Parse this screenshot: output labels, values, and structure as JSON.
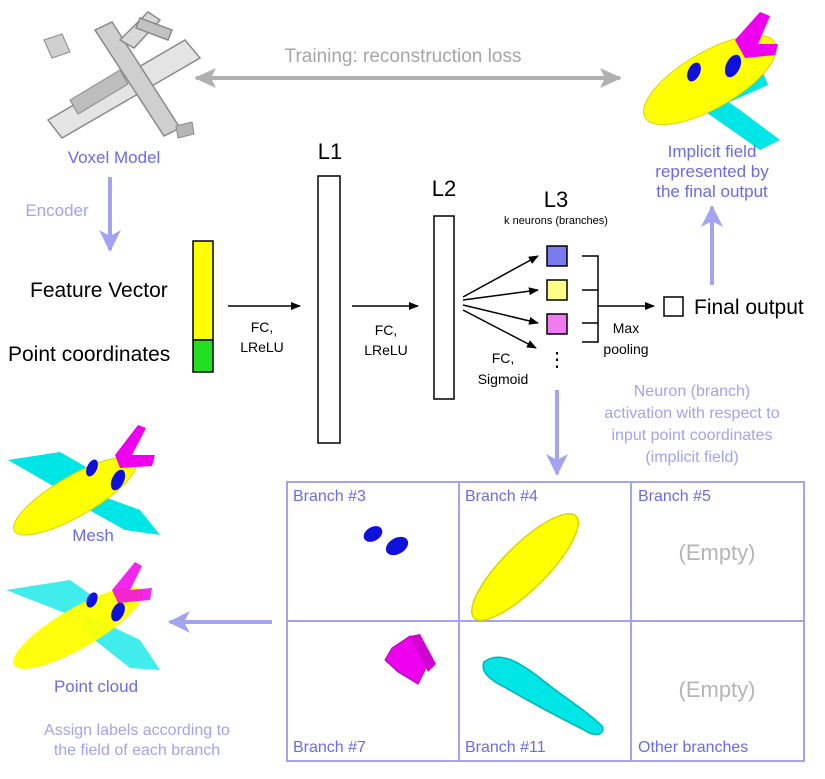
{
  "top": {
    "training_label": "Training: reconstruction loss",
    "voxel_label": "Voxel Model",
    "encoder_label": "Encoder",
    "implicit_label_lines": [
      "Implicit field",
      "represented by",
      "the final output"
    ]
  },
  "inputs": {
    "feature_vector": "Feature Vector",
    "point_coordinates": "Point coordinates"
  },
  "layers": {
    "l1": "L1",
    "l2": "L2",
    "l3": "L3",
    "l3_sub": "k neurons (branches)",
    "fc1_lines": [
      "FC,",
      "LReLU"
    ],
    "fc2_lines": [
      "FC,",
      "LReLU"
    ],
    "fc3_lines": [
      "FC,",
      "Sigmoid"
    ],
    "max_pool_lines": [
      "Max",
      "pooling"
    ],
    "final_output": "Final output",
    "ellipsis": "⋮"
  },
  "activation_note_lines": [
    "Neuron (branch)",
    "activation with respect to",
    "input point coordinates",
    "(implicit field)"
  ],
  "grid": {
    "cells": [
      {
        "label": "Branch #3",
        "empty_text": ""
      },
      {
        "label": "Branch #4",
        "empty_text": ""
      },
      {
        "label": "Branch #5",
        "empty_text": "(Empty)"
      },
      {
        "label": "Branch #7",
        "empty_text": ""
      },
      {
        "label": "Branch #11",
        "empty_text": ""
      },
      {
        "label": "Other branches",
        "empty_text": "(Empty)"
      }
    ]
  },
  "left_bottom": {
    "mesh_label": "Mesh",
    "point_cloud_label": "Point cloud",
    "assign_lines": [
      "Assign labels according to",
      "the field of each branch"
    ]
  },
  "colors": {
    "accent_purple": "#6b6be8",
    "light_purple": "#a3a3f0",
    "yellow": "#ffff00",
    "green": "#22dd22",
    "blue_neuron": "#7b7bf0",
    "yellow_neuron": "#ffff88",
    "magenta_neuron": "#f07bf0",
    "cyan": "#00e5e5",
    "magenta": "#ee00ee",
    "deep_blue": "#1010dd"
  }
}
